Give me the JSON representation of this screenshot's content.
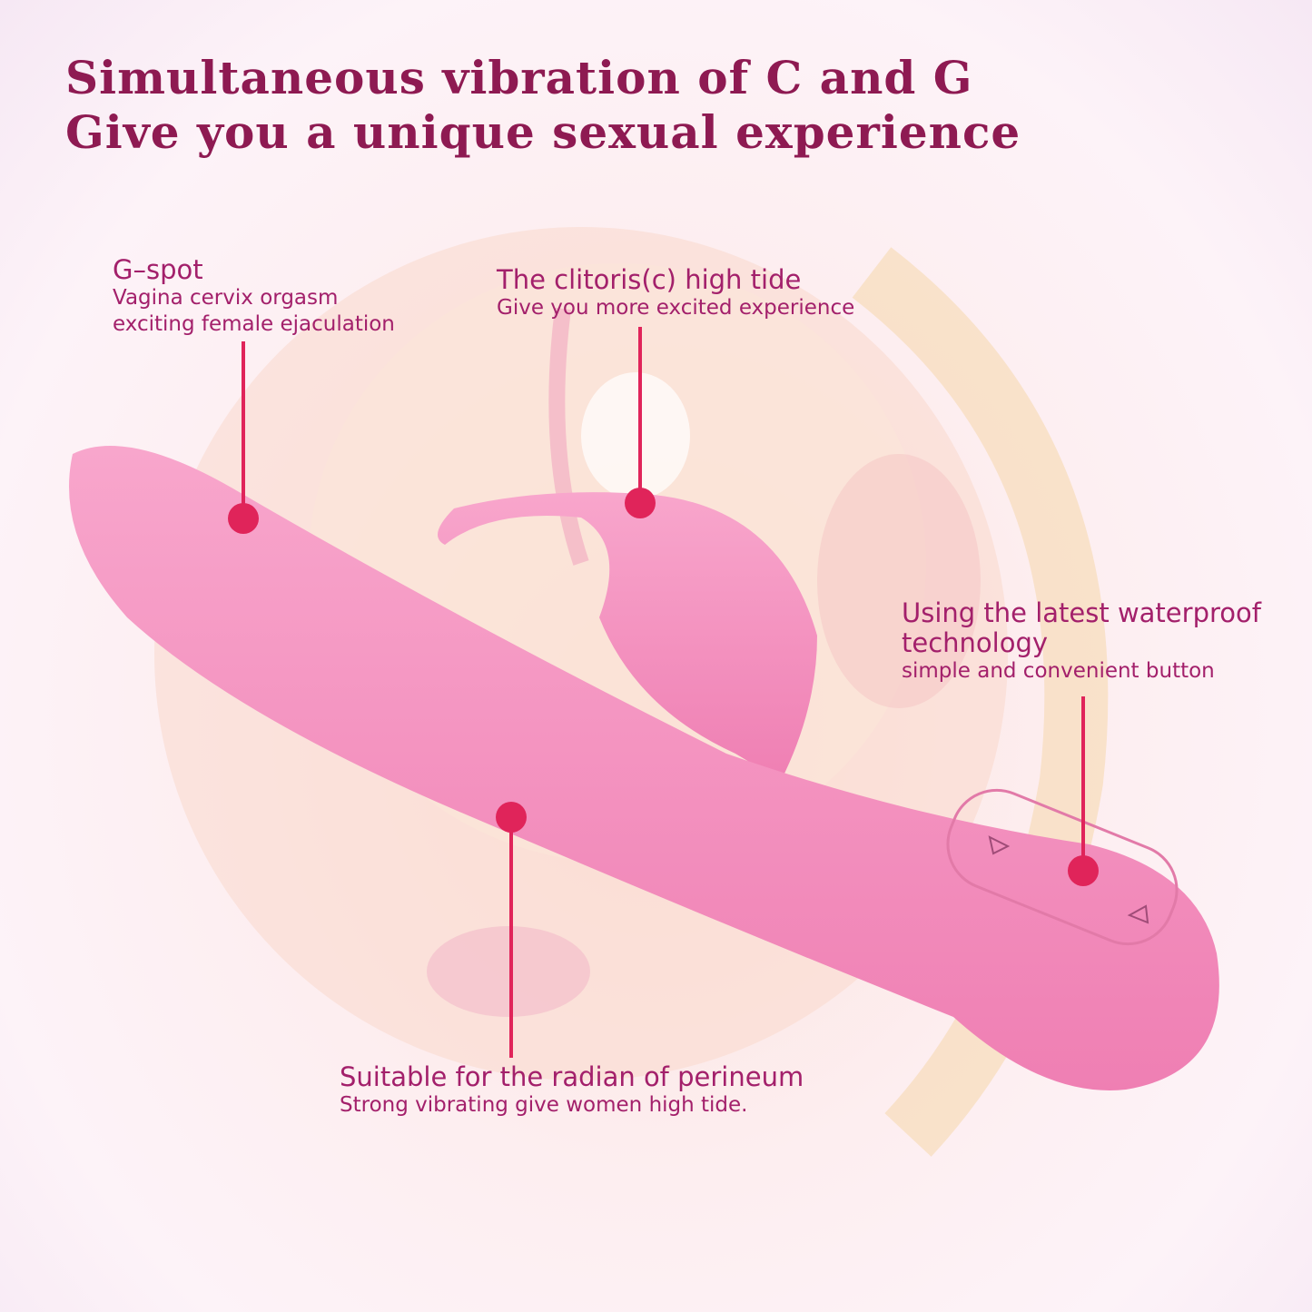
{
  "headline": {
    "line1": "Simultaneous vibration of C and G",
    "line2": "Give you a unique sexual experience"
  },
  "callouts": [
    {
      "title": "G–spot",
      "lines": [
        "Vagina cervix orgasm",
        "exciting female ejaculation"
      ]
    },
    {
      "title": "The clitoris(c) high tide",
      "lines": [
        "Give you more excited experience"
      ]
    },
    {
      "title": "Using the latest waterproof",
      "title2": "technology",
      "lines": [
        "simple and convenient button"
      ]
    },
    {
      "title": "Suitable for the radian of perineum",
      "lines": [
        "Strong vibrating give women high tide."
      ]
    }
  ],
  "colors": {
    "headline": "#8e1a52",
    "label": "#a3206b",
    "marker": "#e0245a",
    "product": "#f48bbd"
  }
}
